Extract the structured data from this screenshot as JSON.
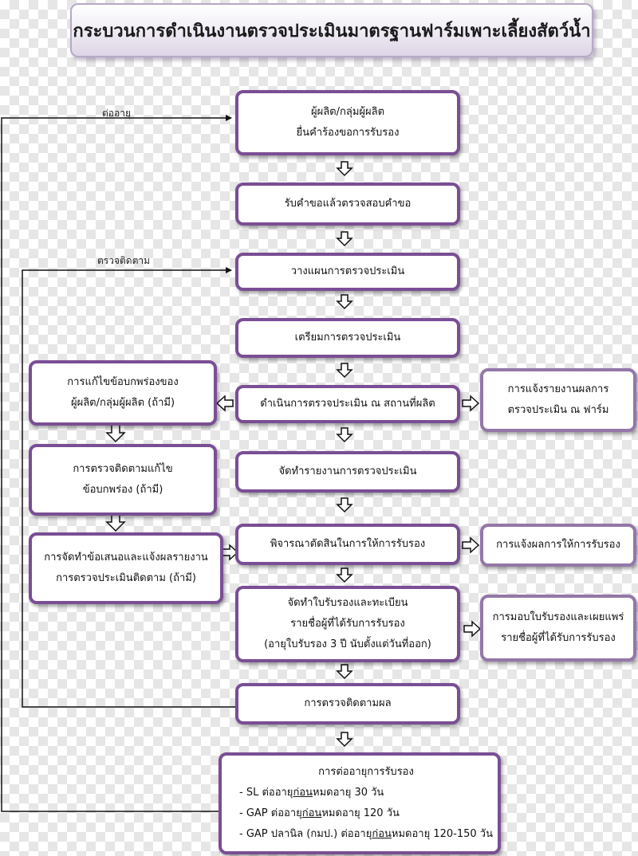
{
  "title": "กระบวนการดำเนินงานตรวจประเมินมาตรฐานฟาร์มเพาะเลี้ยงสัตว์น้ำ",
  "labels": {
    "renew": "ต่ออายุ",
    "follow": "ตรวจติดตาม"
  },
  "steps": {
    "s1": [
      "ผู้ผลิต/กลุ่มผู้ผลิต",
      "ยื่นคำร้องขอการรับรอง"
    ],
    "s2": "รับคำขอแล้วตรวจสอบคำขอ",
    "s3": "วางแผนการตรวจประเมิน",
    "s4": "เตรียมการตรวจประเมิน",
    "s5": "ดำเนินการตรวจประเมิน ณ สถานที่ผลิต",
    "s6": "จัดทำรายงานการตรวจประเมิน",
    "s7": "พิจารณาตัดสินในการให้การรับรอง",
    "s8": [
      "จัดทำใบรับรองและทะเบียน",
      "รายชื่อผู้ที่ได้รับการรับรอง",
      "(อายุใบรับรอง 3 ปี นับตั้งแต่วันที่ออก)"
    ],
    "s9": "การตรวจติดตามผล"
  },
  "left": {
    "l1": [
      "การแก้ไขข้อบกพร่องของ",
      "ผู้ผลิต/กลุ่มผู้ผลิต (ถ้ามี)"
    ],
    "l2": [
      "การตรวจติดตามแก้ไข",
      "ข้อบกพร่อง (ถ้ามี)"
    ],
    "l3": [
      "การจัดทำข้อเสนอและแจ้งผลรายงาน",
      "การตรวจประเมินติดตาม (ถ้ามี)"
    ]
  },
  "right": {
    "r1": [
      "การแจ้งรายงานผลการ",
      "ตรวจประเมิน ณ ฟาร์ม"
    ],
    "r2": "การแจ้งผลการให้การรับรอง",
    "r3": [
      "การมอบใบรับรองและเผยแพร่",
      "รายชื่อผู้ที่ได้รับการรับรอง"
    ]
  },
  "renewal": {
    "heading": "การต่ออายุการรับรอง",
    "items": [
      {
        "pre": "- SL ต่ออายุ",
        "u": "ก่อน",
        "post": "หมดอายุ 30 วัน"
      },
      {
        "pre": "- GAP ต่ออายุ",
        "u": "ก่อน",
        "post": "หมดอายุ 120 วัน"
      },
      {
        "pre": "- GAP ปลานิล (กมป.) ต่ออายุ",
        "u": "ก่อน",
        "post": "หมดอายุ 120-150 วัน"
      }
    ]
  }
}
